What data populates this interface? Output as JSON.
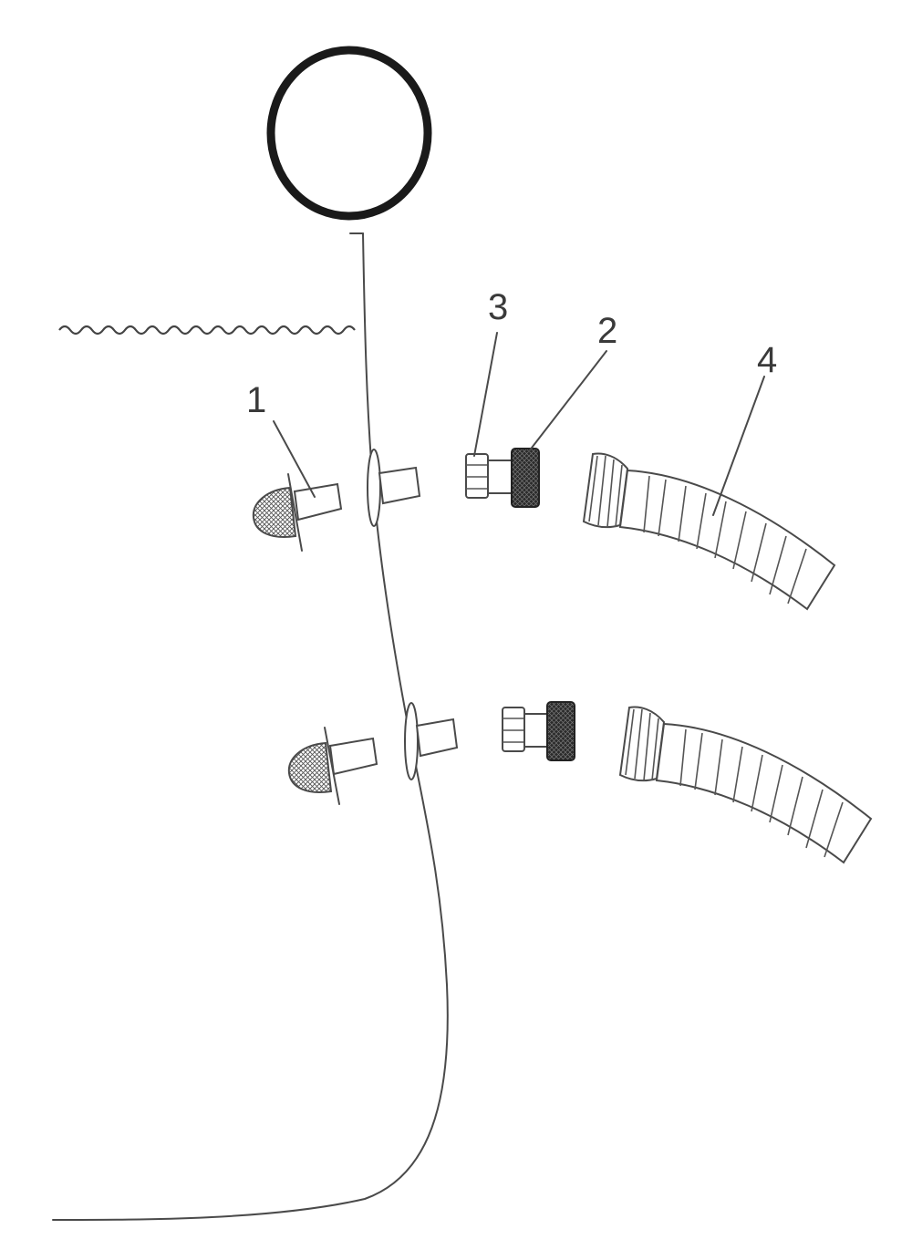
{
  "callouts": [
    {
      "id": "1",
      "label": "1"
    },
    {
      "id": "2",
      "label": "2"
    },
    {
      "id": "3",
      "label": "3"
    },
    {
      "id": "4",
      "label": "4"
    }
  ],
  "colors": {
    "line": "#4a4a4a",
    "ring": "#1a1a1a",
    "dark_part": "#2e2e2e",
    "background": "#ffffff"
  }
}
